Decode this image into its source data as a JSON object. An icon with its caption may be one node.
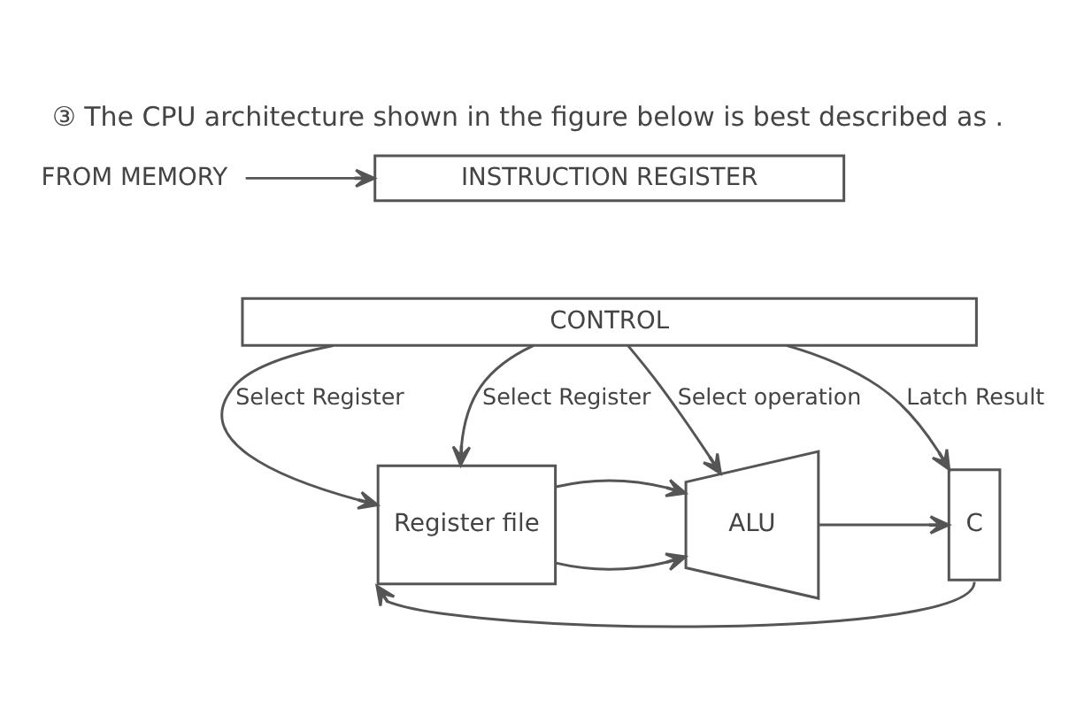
{
  "diagram": {
    "title": "③ The CPU architecture shown in the figure below is best described as .",
    "nodes": [
      {
        "text": [
          "FROM MEMORY"
        ]
      },
      {
        "text": [
          "INSTRUCTION REGISTER"
        ]
      },
      {
        "text": [
          "CONTROL"
        ]
      },
      {
        "text": [
          "Register file"
        ]
      },
      {
        "text": [
          "ALU"
        ]
      },
      {
        "text": [
          "C"
        ]
      }
    ],
    "edges": [
      {
        "from": 0,
        "to": 1,
        "arrow": "to"
      },
      {
        "from": 2,
        "to": 3,
        "label": "Select Register",
        "arrow": "to"
      },
      {
        "from": 2,
        "to": 3,
        "label": "Select Register",
        "arrow": "to"
      },
      {
        "from": 2,
        "to": 4,
        "label": "Select operation",
        "arrow": "to"
      },
      {
        "from": 2,
        "to": 5,
        "label": "Latch Result",
        "arrow": "to"
      },
      {
        "from": 3,
        "to": 4,
        "arrow": "to"
      },
      {
        "from": 3,
        "to": 4,
        "arrow": "to"
      },
      {
        "from": 4,
        "to": 5,
        "arrow": "to"
      },
      {
        "from": 5,
        "to": 3,
        "arrow": "to"
      }
    ]
  }
}
